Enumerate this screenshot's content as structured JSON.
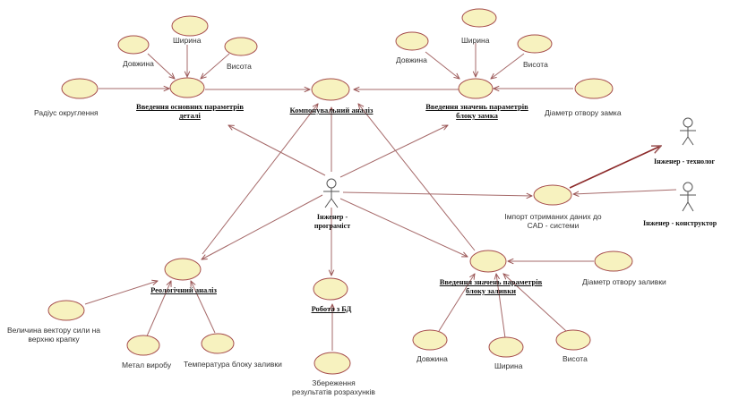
{
  "use_cases": {
    "input_main": "Введення основних параметрів деталі",
    "layout_analysis": "Компонувальний аналіз",
    "input_lock": "Введення значень параметрів блоку замка",
    "rheology": "Реологічний аналіз",
    "db": "Робота з БД",
    "input_gate": "Введення значень параметрів блоку заливки"
  },
  "actors": {
    "programmer": "Інженер - програміст",
    "technologist": "Інженер - технолог",
    "designer": "Інженер - конструктор"
  },
  "attributes": {
    "a1_length": "Довжина",
    "a1_width": "Ширина",
    "a1_height": "Висота",
    "a1_radius": "Радіус округлення",
    "a2_length": "Довжина",
    "a2_width": "Ширина",
    "a2_height": "Висота",
    "a2_diameter": "Діаметр отвору замка",
    "import_cad": "Імпорт отриманих даних до САD - системи",
    "r_force": "Величина вектору сили на верхню крапку",
    "r_material": "Метал виробу",
    "r_temp": "Температура блоку заливки",
    "db_save": "Збереження результатів розрахунків",
    "g_diameter": "Діаметр отвору заливки",
    "g_length": "Довжина",
    "g_width": "Ширина",
    "g_height": "Висота"
  },
  "colors": {
    "ellipse_fill": "#f7f2bf",
    "ellipse_stroke": "#a64d4d",
    "line": "#a66a6a",
    "line_dark": "#8c2a2a"
  }
}
